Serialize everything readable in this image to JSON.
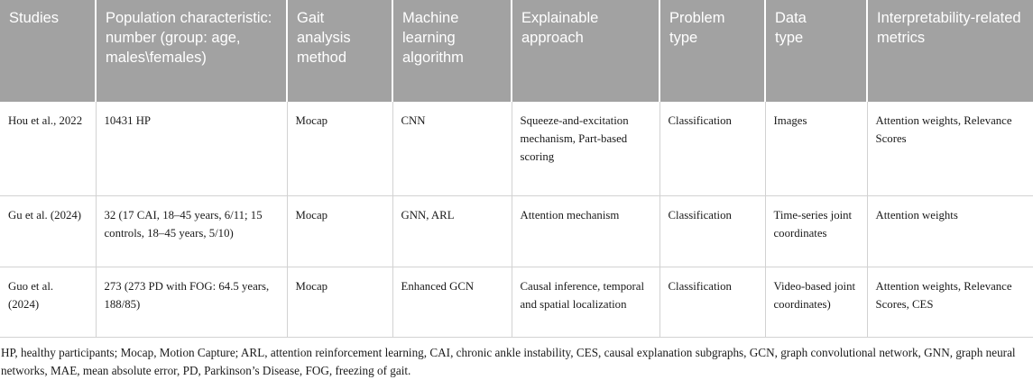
{
  "table": {
    "columns": [
      "Studies",
      "Population characteristic: number (group: age, males\\females)",
      "Gait analysis method",
      "Machine learning algorithm",
      "Explainable approach",
      "Problem type",
      "Data type",
      "Interpretability-related metrics"
    ],
    "rows": [
      {
        "study": "Hou et al., 2022",
        "population": "10431 HP",
        "gait_method": "Mocap",
        "ml_algorithm": "CNN",
        "explainable": "Squeeze-and-excitation mechanism, Part-based scoring",
        "problem_type": "Classification",
        "data_type": "Images",
        "metrics": "Attention weights, Relevance Scores"
      },
      {
        "study": "Gu et al. (2024)",
        "population": "32 (17 CAI, 18–45 years, 6/11; 15 controls, 18–45 years, 5/10)",
        "gait_method": "Mocap",
        "ml_algorithm": "GNN, ARL",
        "explainable": "Attention mechanism",
        "problem_type": "Classification",
        "data_type": "Time-series joint coordinates",
        "metrics": "Attention weights"
      },
      {
        "study": "Guo et al. (2024)",
        "population": "273 (273 PD with FOG: 64.5 years, 188/85)",
        "gait_method": "Mocap",
        "ml_algorithm": "Enhanced GCN",
        "explainable": "Causal inference, temporal and spatial localization",
        "problem_type": "Classification",
        "data_type": "Video-based joint coordinates)",
        "metrics": "Attention weights, Relevance Scores, CES"
      }
    ]
  },
  "footnote": "HP, healthy participants; Mocap, Motion Capture; ARL, attention reinforcement learning, CAI, chronic ankle instability, CES, causal explanation subgraphs, GCN, graph convolutional network, GNN, graph neural networks, MAE, mean absolute error, PD, Parkinson’s Disease, FOG, freezing of gait.",
  "colors": {
    "header_bg": "#a2a2a2",
    "header_text": "#ffffff",
    "border": "#d2d2d2",
    "body_text": "#1a1a1a"
  }
}
